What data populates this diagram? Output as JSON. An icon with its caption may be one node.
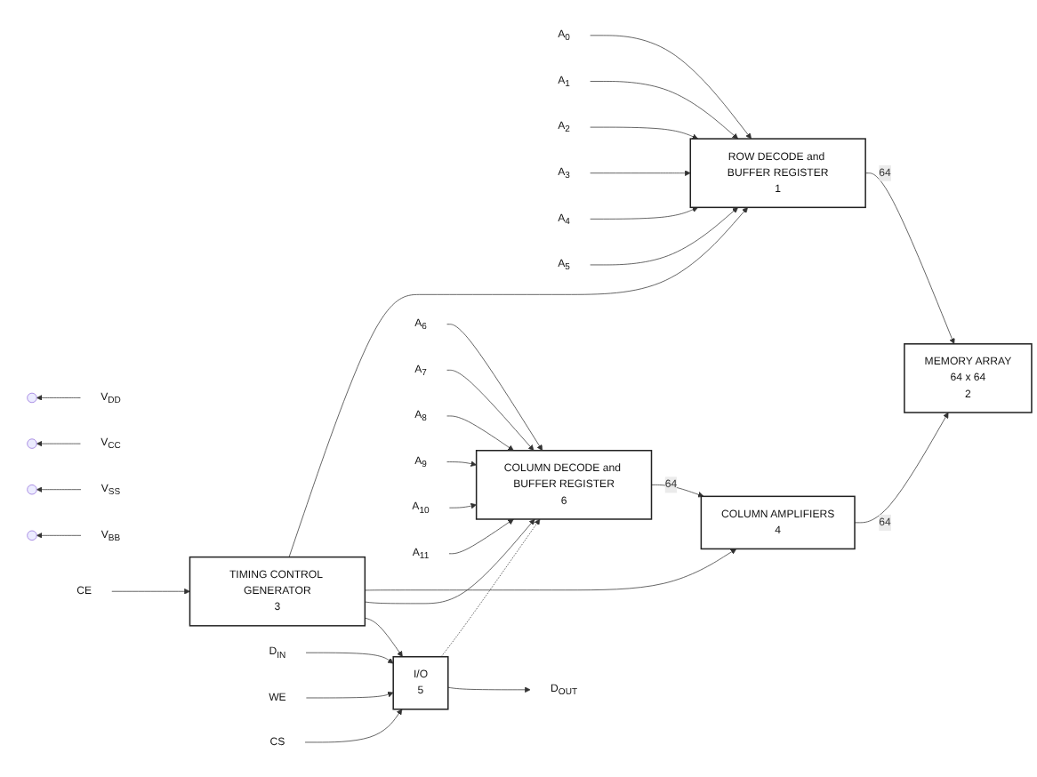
{
  "diagram": {
    "nodes": [
      {
        "text": [
          "A$_{0}$"
        ]
      },
      {
        "text": [
          "A$_{1}$"
        ]
      },
      {
        "text": [
          "A$_{2}$"
        ]
      },
      {
        "text": [
          "A$_{3}$"
        ]
      },
      {
        "text": [
          "A$_{4}$"
        ]
      },
      {
        "text": [
          "A$_{5}$"
        ]
      },
      {
        "text": [
          "ROW DECODE and BUFFER REGISTER",
          "1"
        ]
      },
      {
        "text": [
          "MEMORY ARRAY",
          "64 x 64",
          "2"
        ]
      },
      {
        "text": [
          "V$_{DD}$"
        ]
      },
      {
        "text": [
          "V$_{CC}$"
        ]
      },
      {
        "text": [
          "V$_{SS}$"
        ]
      },
      {
        "text": [
          "V$_{BB}$"
        ]
      },
      {
        "text": [
          "CE"
        ]
      },
      {
        "text": [
          "TIMING CONTROL GENERATOR",
          "3"
        ]
      },
      {
        "text": [
          "COLUMN AMPLIFIERS",
          "4"
        ]
      },
      {
        "text": [
          "D$_{IN}$"
        ]
      },
      {
        "text": [
          "WE"
        ]
      },
      {
        "text": [
          "CS"
        ]
      },
      {
        "text": [
          "I/O",
          "5"
        ]
      },
      {
        "text": [
          "COLUMN DECODE and BUFFER REGISTER",
          "6"
        ]
      },
      {
        "text": [
          "D$_{OUT}$"
        ]
      },
      {
        "text": [
          "A$_{6}$"
        ]
      },
      {
        "text": [
          "A$_{7}$"
        ]
      },
      {
        "text": [
          "A$_{8}$"
        ]
      },
      {
        "text": [
          "A$_{9}$"
        ]
      },
      {
        "text": [
          "A$_{10}$"
        ]
      },
      {
        "text": [
          "A$_{11}$"
        ]
      }
    ],
    "edges": [
      {
        "from": 0,
        "to": 6,
        "arrow": "to"
      },
      {
        "from": 1,
        "to": 6,
        "arrow": "to"
      },
      {
        "from": 2,
        "to": 6,
        "arrow": "to"
      },
      {
        "from": 3,
        "to": 6,
        "arrow": "to"
      },
      {
        "from": 4,
        "to": 6,
        "arrow": "to"
      },
      {
        "from": 5,
        "to": 6,
        "arrow": "to"
      },
      {
        "from": 6,
        "to": 7,
        "label": "64",
        "arrow": "to"
      },
      {
        "from": 8,
        "to": null,
        "arrow": "to"
      },
      {
        "from": 9,
        "to": null,
        "arrow": "to"
      },
      {
        "from": 10,
        "to": null,
        "arrow": "to"
      },
      {
        "from": 11,
        "to": null,
        "arrow": "to"
      },
      {
        "from": 12,
        "to": 13,
        "arrow": "to"
      },
      {
        "from": 13,
        "to": 6,
        "arrow": "to"
      },
      {
        "from": 13,
        "to": 14,
        "arrow": "to"
      },
      {
        "from": 13,
        "to": 19,
        "arrow": "to"
      },
      {
        "from": 13,
        "to": 18,
        "arrow": "to"
      },
      {
        "from": 14,
        "to": 7,
        "label": "64",
        "arrow": "to"
      },
      {
        "from": 19,
        "to": 14,
        "label": "64",
        "arrow": "to"
      },
      {
        "from": 15,
        "to": 18,
        "arrow": "to"
      },
      {
        "from": 16,
        "to": 18,
        "arrow": "to"
      },
      {
        "from": 17,
        "to": 18,
        "arrow": "to"
      },
      {
        "from": 18,
        "to": 19,
        "arrow": "to",
        "style": "dashed"
      },
      {
        "from": 18,
        "to": 20,
        "arrow": "to"
      },
      {
        "from": 21,
        "to": 19,
        "arrow": "to"
      },
      {
        "from": 22,
        "to": 19,
        "arrow": "to"
      },
      {
        "from": 23,
        "to": 19,
        "arrow": "to"
      },
      {
        "from": 24,
        "to": 19,
        "arrow": "to"
      },
      {
        "from": 25,
        "to": 19,
        "arrow": "to"
      },
      {
        "from": 26,
        "to": 19,
        "arrow": "to"
      }
    ]
  }
}
